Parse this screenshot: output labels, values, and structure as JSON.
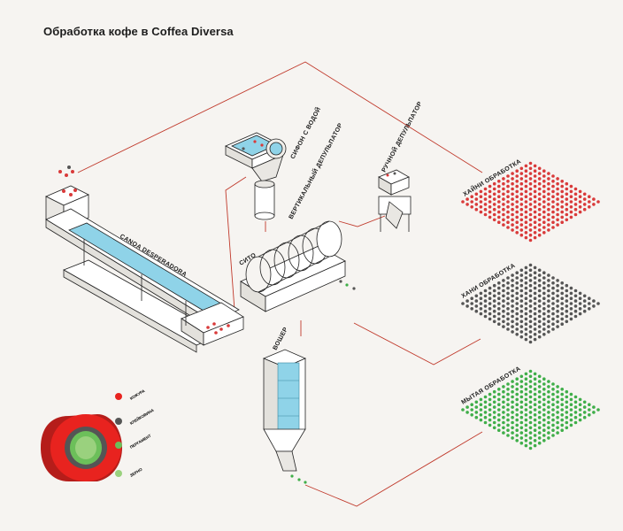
{
  "title": "Обработка кофе в Coffea Diversa",
  "equipment": {
    "channel": "CANOA DESPERADORA",
    "siphon": "СИФОН С ВОДОЙ",
    "vertical_depulper": "ВЕРТИКАЛЬНЫЙ ДЕПУЛЬПАТОР",
    "manual_depulper": "РУЧНОЙ ДЕПУЛЬПАТОР",
    "sieve": "СИТО",
    "washer": "ВОШЕР"
  },
  "processes": [
    {
      "id": "honey",
      "label": "ХАЙНИ ОБРАБОТКА",
      "color": "#d93a3a"
    },
    {
      "id": "natural",
      "label": "ХАНИ ОБРАБОТКА",
      "color": "#555555"
    },
    {
      "id": "washed",
      "label": "МЫТАЯ ОБРАБОТКА",
      "color": "#3fae49"
    }
  ],
  "legend": [
    {
      "label": "КОЖУРА",
      "color": "#e8231f"
    },
    {
      "label": "КЛЕЙКОВИНА",
      "color": "#555555"
    },
    {
      "label": "ПЕРГАМЕНТ",
      "color": "#6cbf5a"
    },
    {
      "label": "ЗЕРНО",
      "color": "#9ad17e"
    }
  ],
  "colors": {
    "red": "#d93a3a",
    "water": "#8fd3e8",
    "line": "#222222",
    "flow": "#c0392b"
  }
}
